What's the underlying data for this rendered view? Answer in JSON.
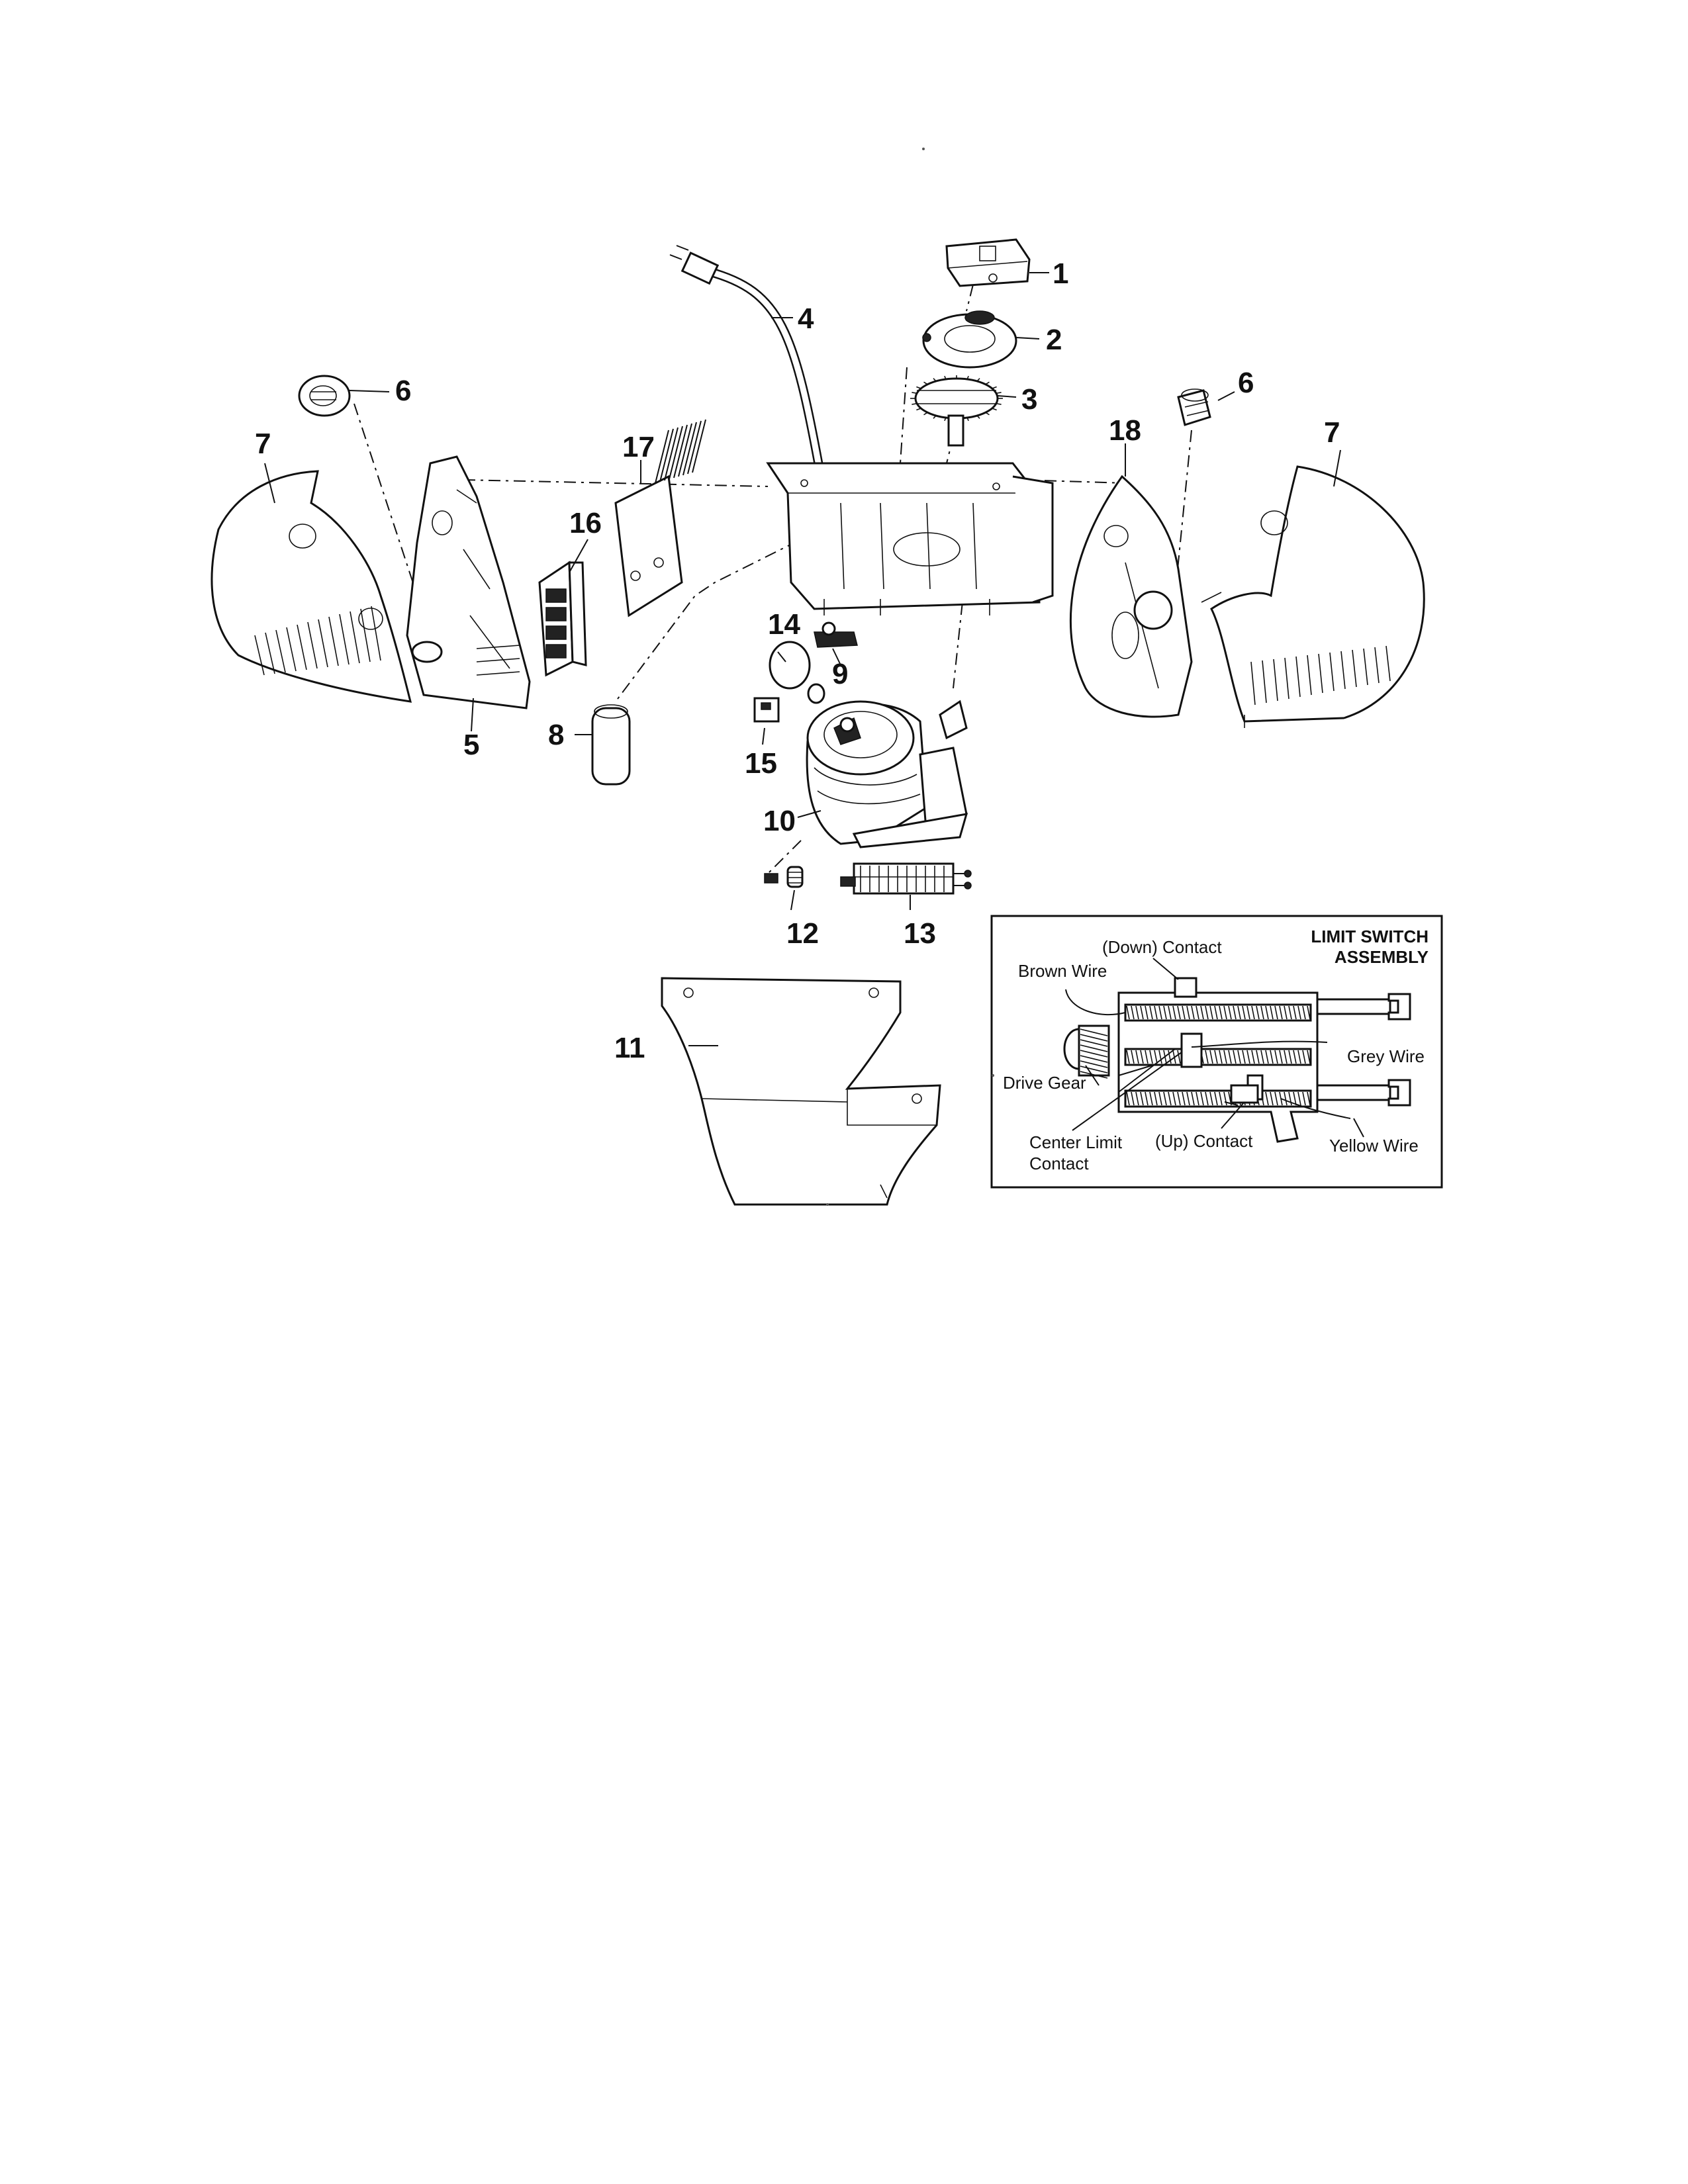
{
  "callouts": [
    {
      "id": "n1",
      "text": "1"
    },
    {
      "id": "n2",
      "text": "2"
    },
    {
      "id": "n3",
      "text": "3"
    },
    {
      "id": "n4",
      "text": "4"
    },
    {
      "id": "n5",
      "text": "5"
    },
    {
      "id": "n6a",
      "text": "6"
    },
    {
      "id": "n6b",
      "text": "6"
    },
    {
      "id": "n7a",
      "text": "7"
    },
    {
      "id": "n7b",
      "text": "7"
    },
    {
      "id": "n8",
      "text": "8"
    },
    {
      "id": "n9",
      "text": "9"
    },
    {
      "id": "n10",
      "text": "10"
    },
    {
      "id": "n11",
      "text": "11"
    },
    {
      "id": "n12",
      "text": "12"
    },
    {
      "id": "n13",
      "text": "13"
    },
    {
      "id": "n14",
      "text": "14"
    },
    {
      "id": "n15",
      "text": "15"
    },
    {
      "id": "n16",
      "text": "16"
    },
    {
      "id": "n17",
      "text": "17"
    },
    {
      "id": "n18",
      "text": "18"
    }
  ],
  "inset": {
    "title_line1": "LIMIT SWITCH",
    "title_line2": "ASSEMBLY",
    "labels": {
      "down_contact": "(Down) Contact",
      "brown_wire": "Brown Wire",
      "grey_wire": "Grey Wire",
      "drive_gear": "Drive Gear",
      "center_limit_line1": "Center Limit",
      "center_limit_line2": "Contact",
      "up_contact": "(Up) Contact",
      "yellow_wire": "Yellow Wire"
    }
  }
}
